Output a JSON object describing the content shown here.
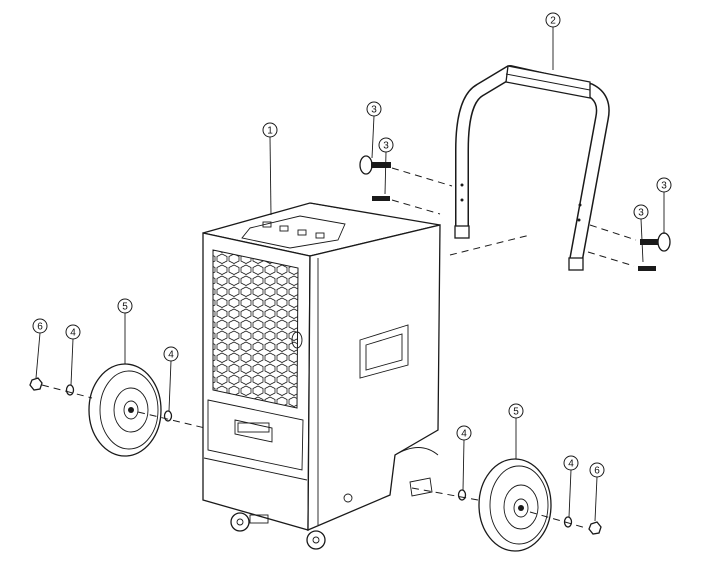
{
  "figure": {
    "type": "exploded-assembly-diagram",
    "parts": [
      {
        "id": "unit",
        "callout": "1"
      },
      {
        "id": "handle",
        "callout": "2"
      },
      {
        "id": "knob-left",
        "callout": "3"
      },
      {
        "id": "bolt-left",
        "callout": "3"
      },
      {
        "id": "knob-right",
        "callout": "3"
      },
      {
        "id": "bolt-right",
        "callout": "3"
      },
      {
        "id": "washer-left-outer",
        "callout": "4"
      },
      {
        "id": "washer-left-inner",
        "callout": "4"
      },
      {
        "id": "washer-right-inner",
        "callout": "4"
      },
      {
        "id": "washer-right-outer",
        "callout": "4"
      },
      {
        "id": "wheel-left",
        "callout": "5"
      },
      {
        "id": "wheel-right",
        "callout": "5"
      },
      {
        "id": "nut-left",
        "callout": "6"
      },
      {
        "id": "nut-right",
        "callout": "6"
      }
    ]
  }
}
